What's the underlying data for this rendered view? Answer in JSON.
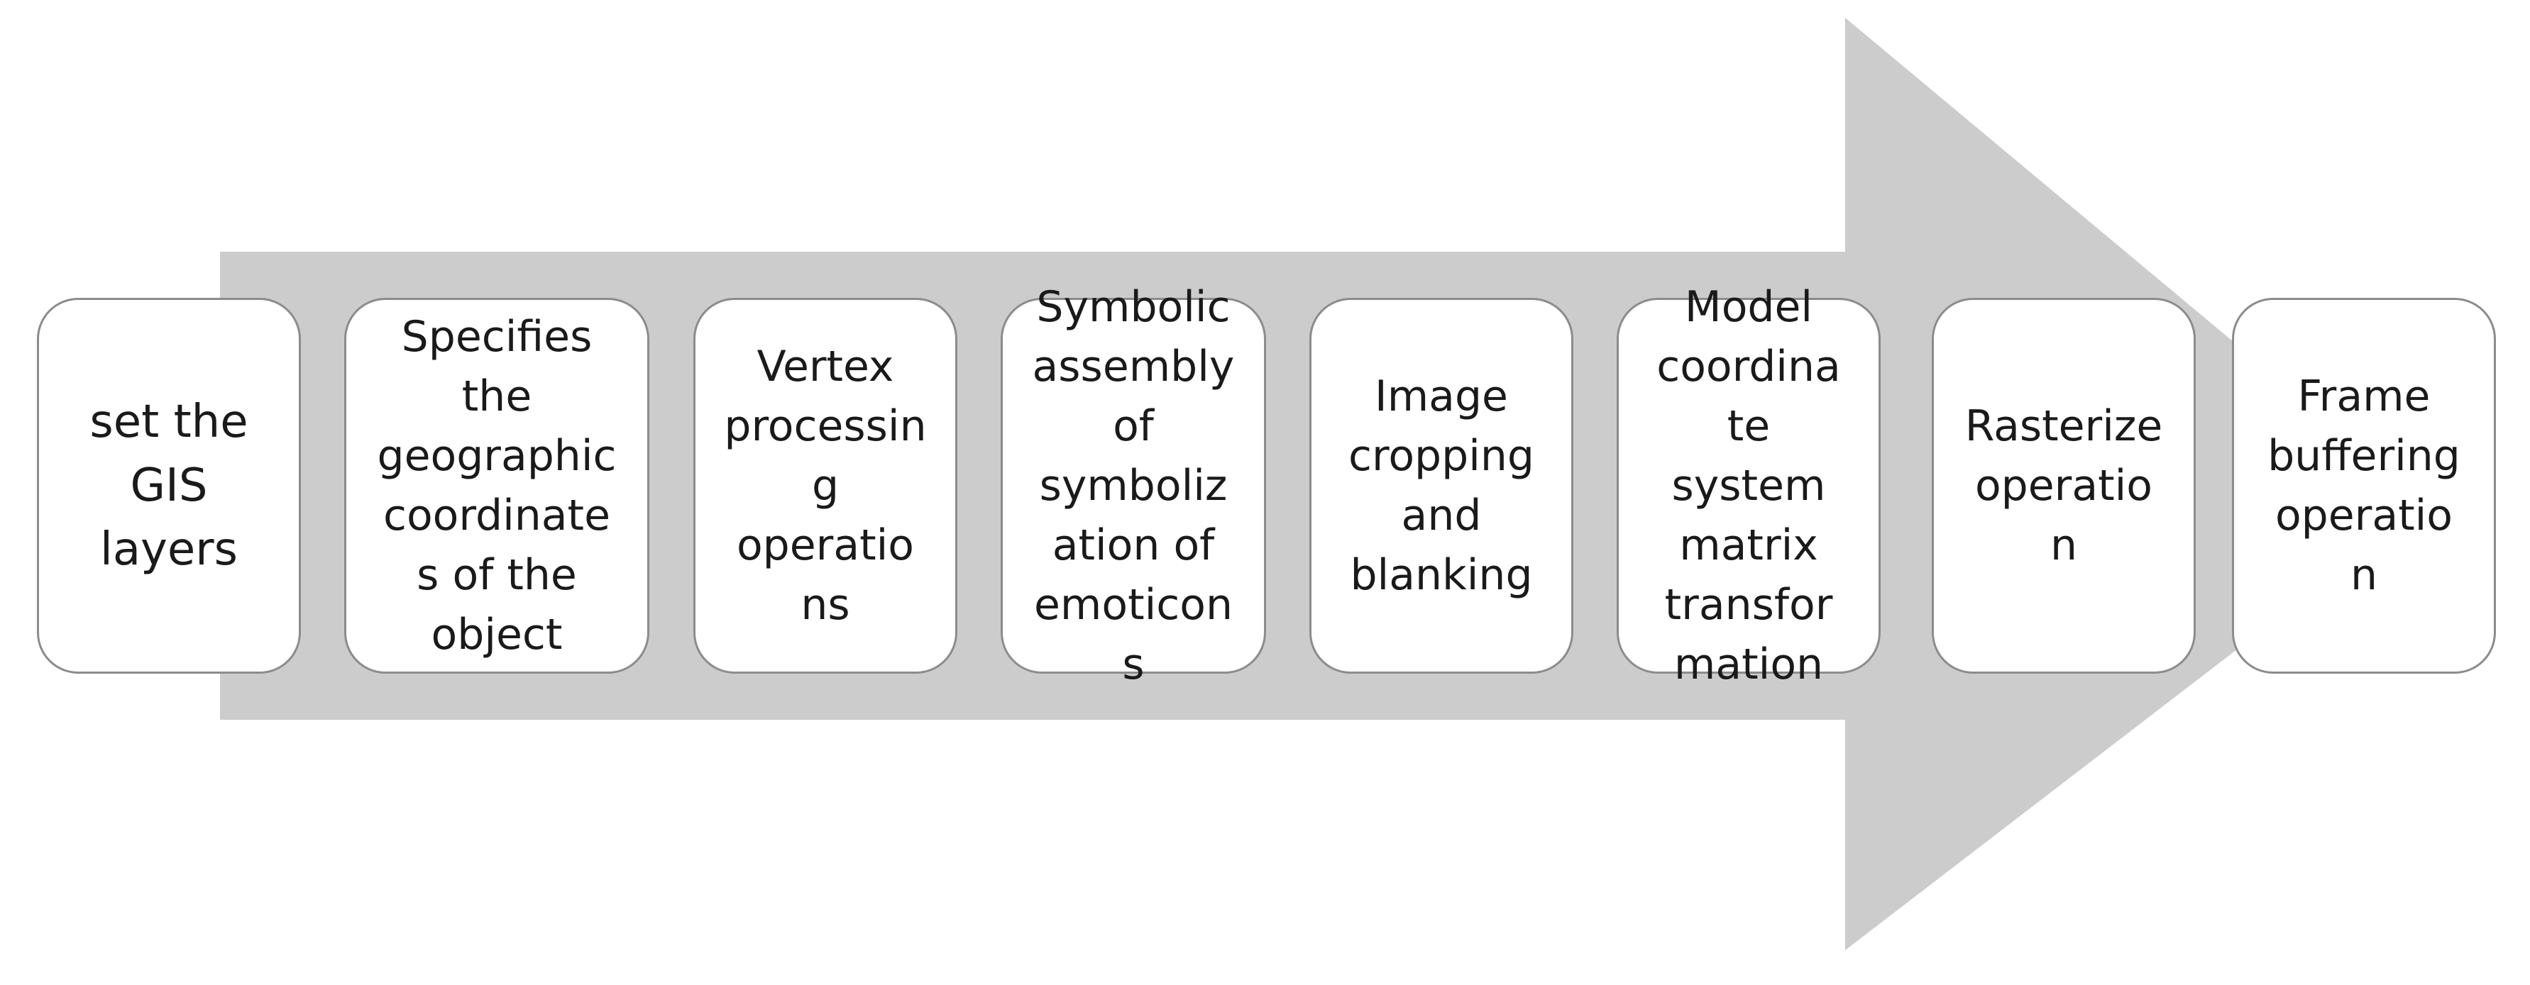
{
  "diagram": {
    "arrow_color": "#cccccc",
    "box_border_color": "#8c8c8c",
    "box_fill_color": "#ffffff",
    "text_color": "#1a1a1a",
    "steps": [
      {
        "label": "set the\nGIS\nlayers"
      },
      {
        "label": "Specifies\nthe\ngeographic\ncoordinate\ns of the\nobject"
      },
      {
        "label": "Vertex\nprocessin\ng\noperatio\nns"
      },
      {
        "label": "Symbolic\nassembly\nof\nsymboliz\nation of\nemoticon\ns"
      },
      {
        "label": "Image\ncropping\nand\nblanking"
      },
      {
        "label": "Model\ncoordina\nte\nsystem\nmatrix\ntransfor\nmation"
      },
      {
        "label": "Rasterize\noperatio\nn"
      },
      {
        "label": "Frame\nbuffering\noperatio\nn"
      }
    ]
  }
}
